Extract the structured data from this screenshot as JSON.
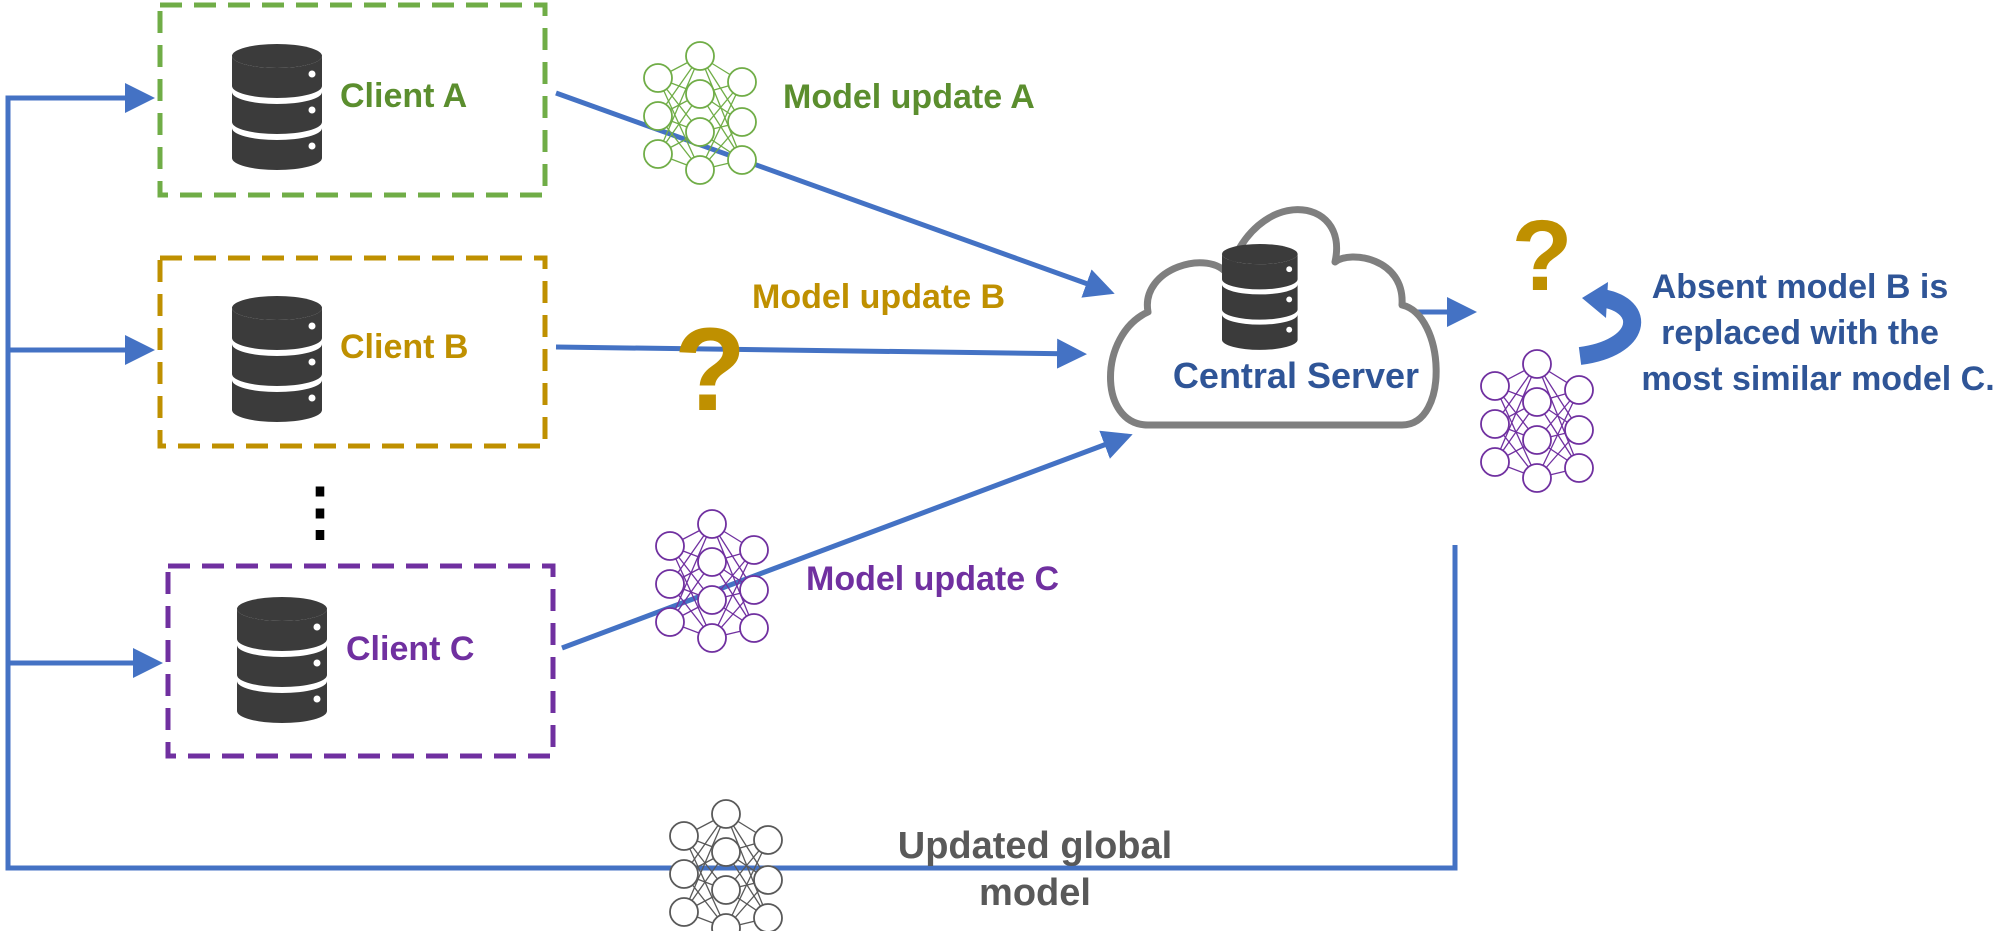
{
  "colors": {
    "arrow": "#4472C4",
    "client_a": "#5B8E2E",
    "client_a_box": "#70AD47",
    "client_b": "#BF9000",
    "client_c": "#7030A0",
    "server": "#2F5597",
    "gray": "#595959",
    "db": "#3B3B3B",
    "question": "#BF9000"
  },
  "clients": {
    "a": {
      "label": "Client A",
      "update_label": "Model update A"
    },
    "b": {
      "label": "Client B",
      "update_label": "Model update B"
    },
    "c": {
      "label": "Client C",
      "update_label": "Model update C"
    }
  },
  "ellipsis": "⋮",
  "server": {
    "label": "Central Server"
  },
  "question_mark": "?",
  "absent_note": {
    "line1": "Absent model B is",
    "line2": "replaced  with the",
    "line3": "most similar model C."
  },
  "global_model": {
    "line1": "Updated global",
    "line2": "model"
  },
  "icons": {
    "database": "database-icon",
    "neural_net": "neural-network-icon",
    "cloud": "cloud-icon",
    "curved_arrow": "curved-arrow-icon"
  }
}
